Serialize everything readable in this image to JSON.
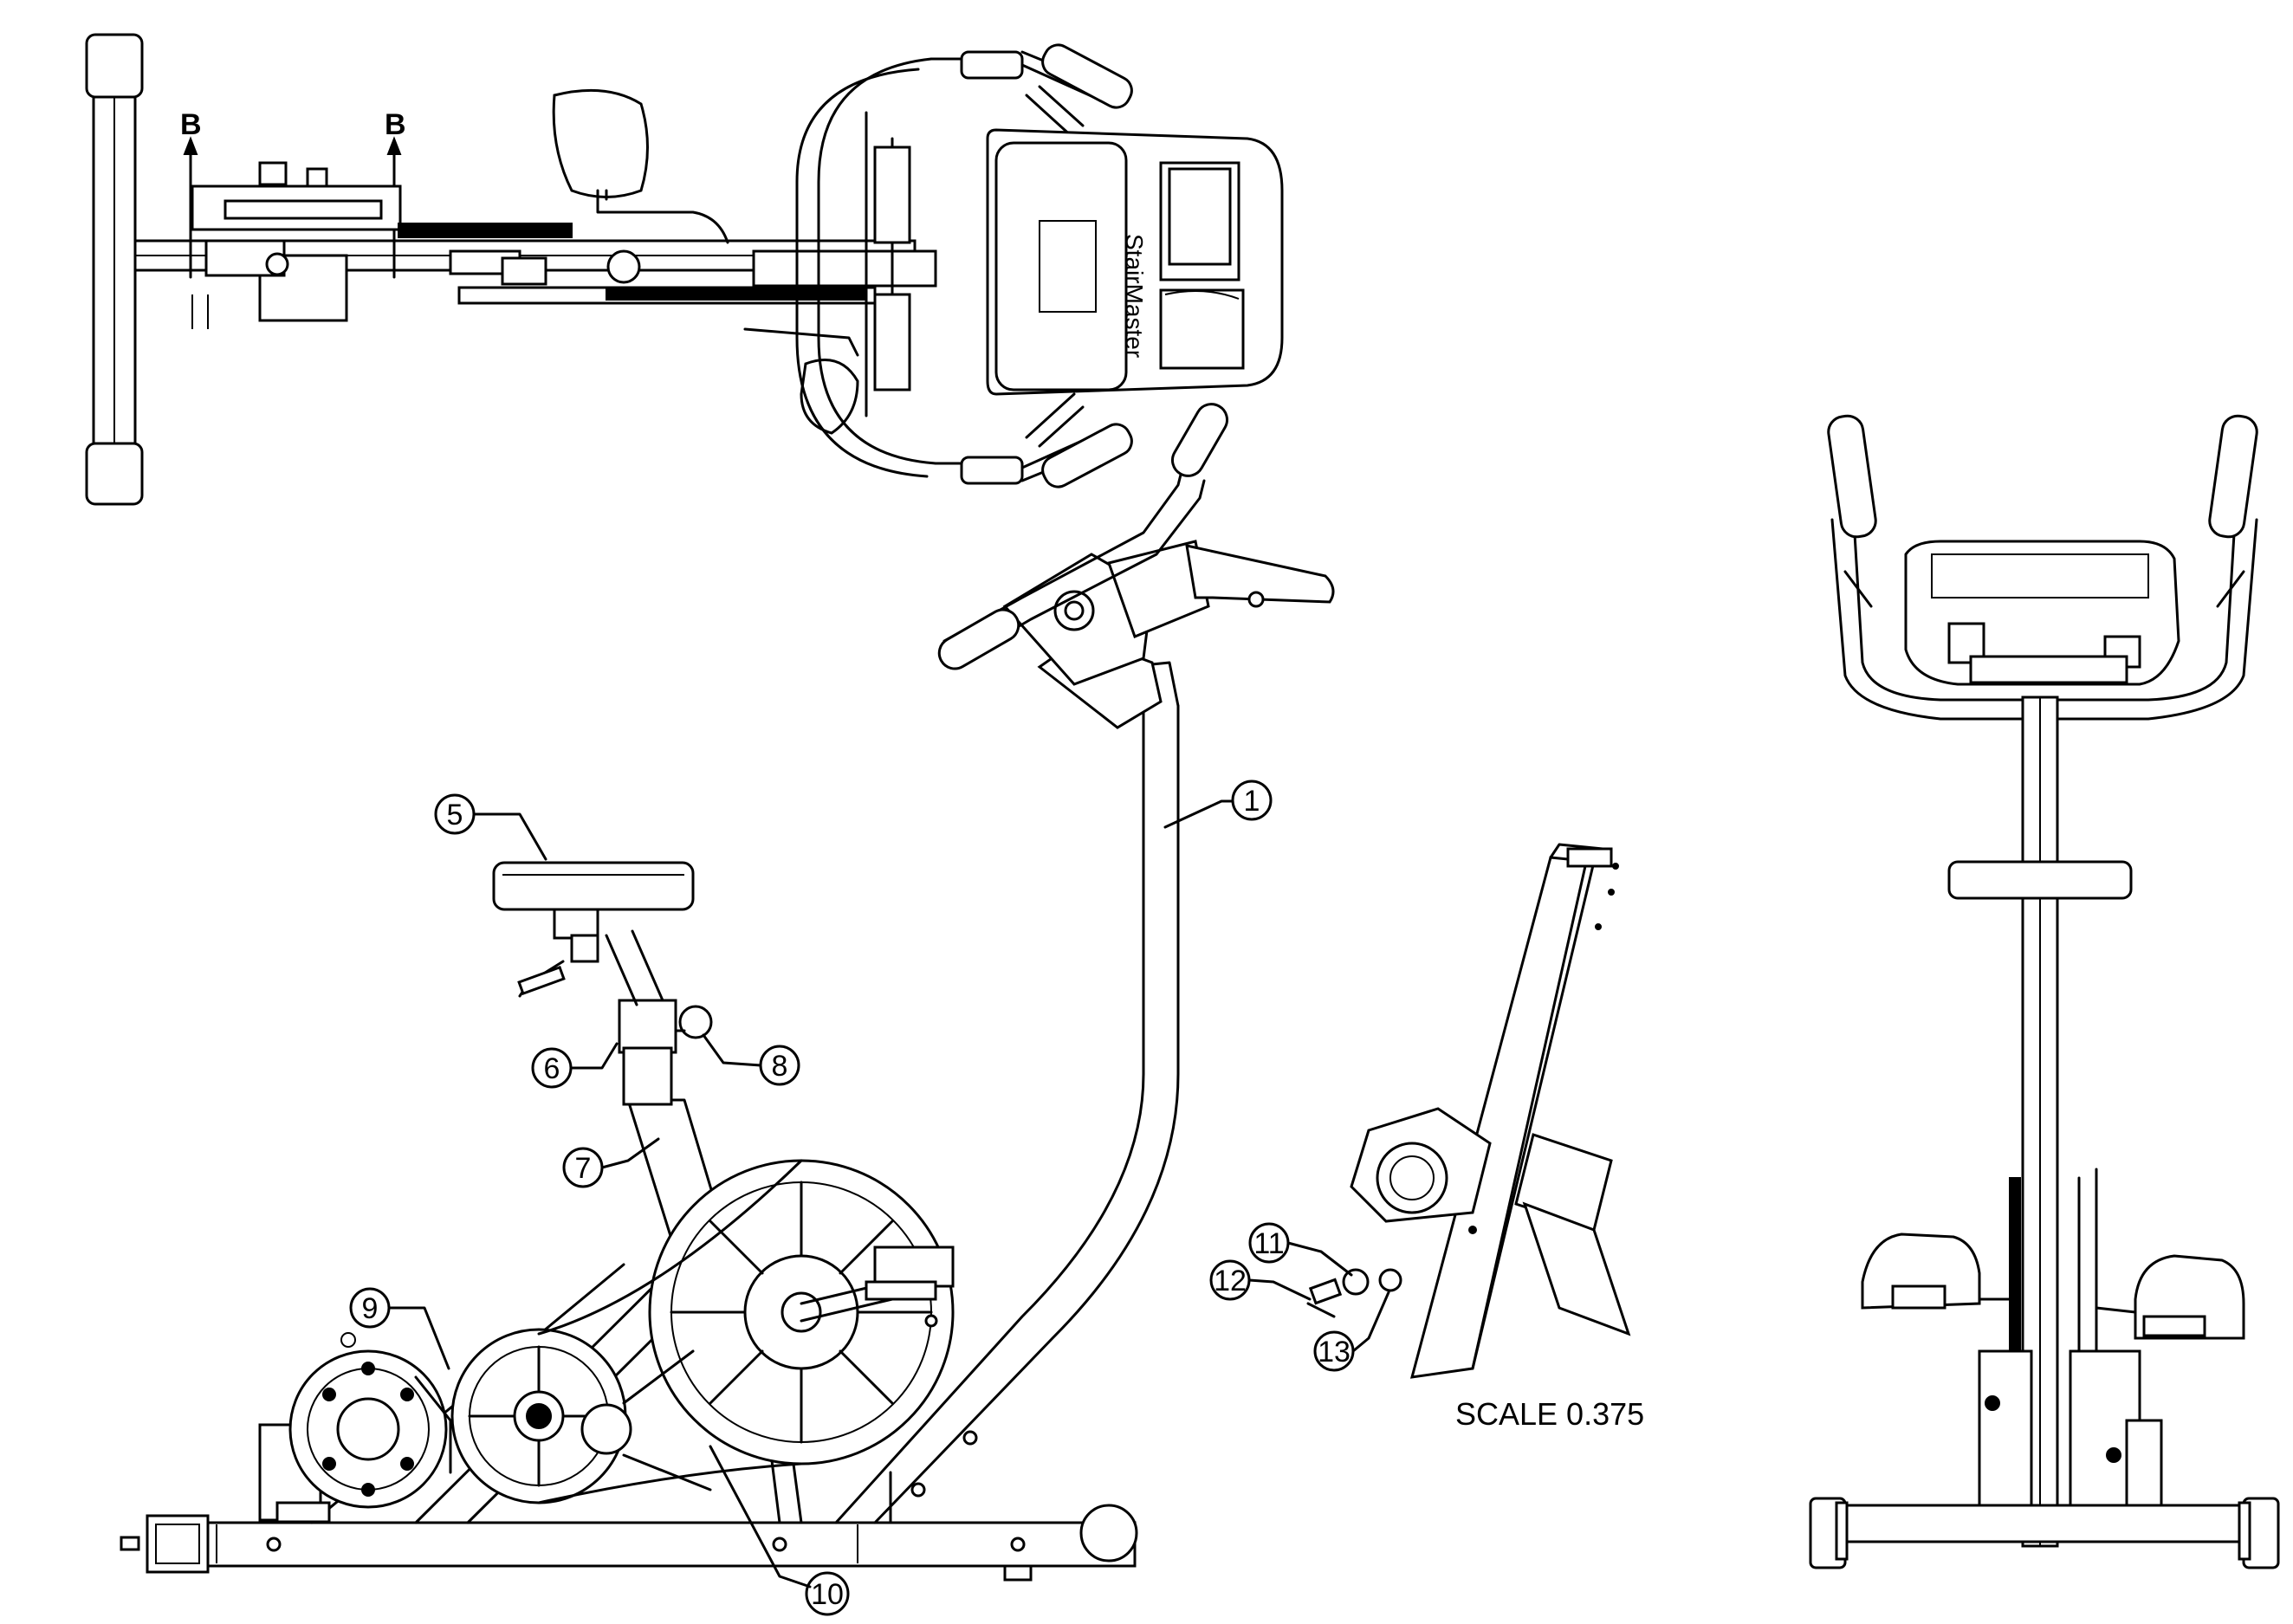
{
  "section_marks": [
    "B",
    "B"
  ],
  "brand_text": "StairMaster",
  "callouts": [
    "1",
    "5",
    "6",
    "7",
    "8",
    "9",
    "10",
    "11",
    "12",
    "13"
  ],
  "scale_label": "SCALE 0.375"
}
